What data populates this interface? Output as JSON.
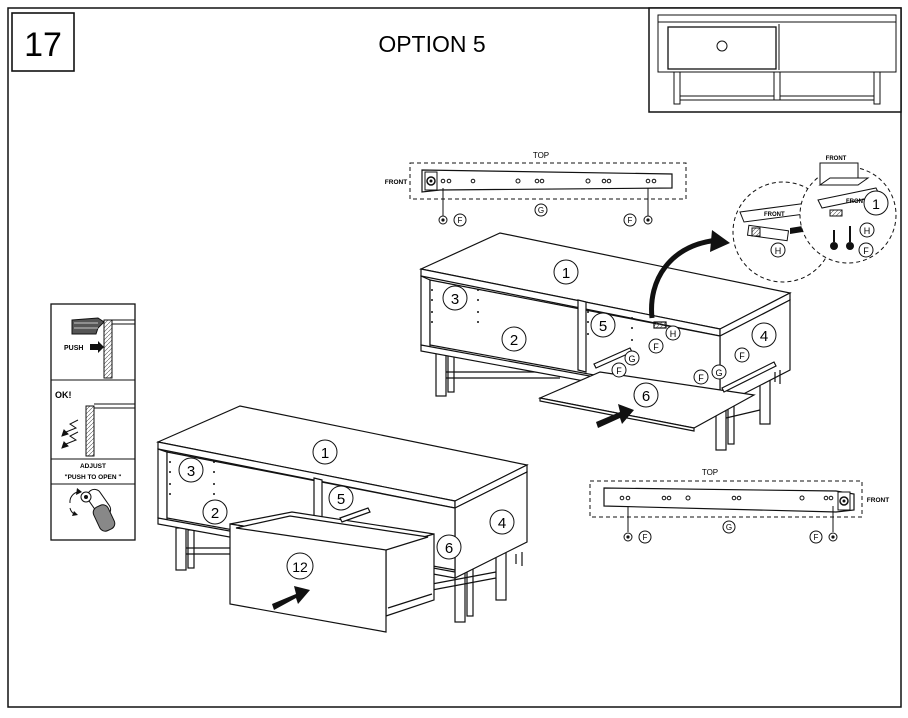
{
  "page": {
    "step_number": "17",
    "title": "OPTION 5"
  },
  "parts": {
    "p1": "1",
    "p2": "2",
    "p3": "3",
    "p4": "4",
    "p5": "5",
    "p6": "6",
    "p12": "12"
  },
  "hardware": {
    "F": "F",
    "G": "G",
    "H": "H"
  },
  "rail_top": {
    "label": "TOP",
    "front_label": "FRONT"
  },
  "rail_bottom": {
    "label": "TOP",
    "front_label": "FRONT"
  },
  "detail": {
    "front_a": "FRONT",
    "front_b": "FRONT",
    "front_c": "FRONT",
    "part_ref": "1"
  },
  "side_panel": {
    "push_label": "PUSH",
    "ok_label": "OK!",
    "adjust_label": "ADJUST",
    "adjust_sub": "\"PUSH TO OPEN \""
  }
}
